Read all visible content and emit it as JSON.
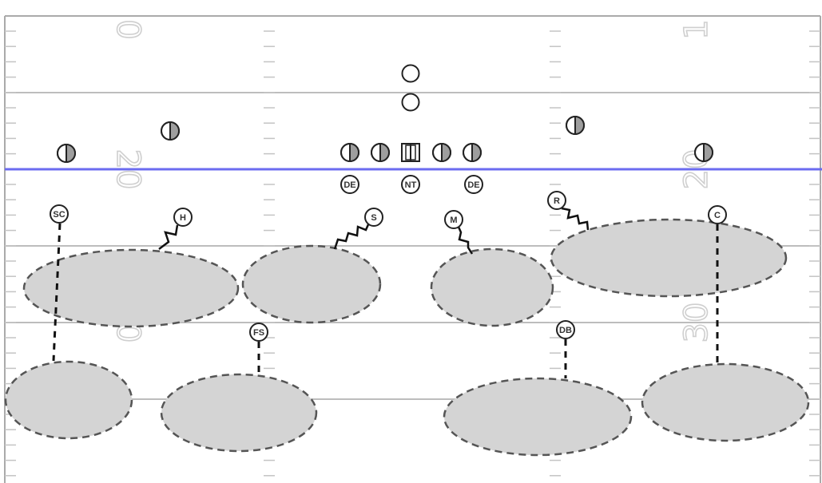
{
  "colors": {
    "line_of_scrimmage": "#6b6bf0",
    "yard_line": "#bdbdbd",
    "zone_fill": "#d4d4d4",
    "zone_stroke": "#555555"
  },
  "yard_numbers": {
    "left": [
      "0",
      "20",
      "30"
    ],
    "right": [
      "1",
      "20",
      "30"
    ]
  },
  "defense": {
    "line_labels": [
      "DE",
      "NT",
      "DE"
    ],
    "linebackers": [
      "H",
      "S",
      "M",
      "R"
    ],
    "secondary": [
      "SC",
      "C",
      "FS",
      "DB"
    ]
  },
  "offense": {
    "icons": [
      "half-filled-circle-icon",
      "empty-circle-icon",
      "square-center-icon"
    ]
  }
}
